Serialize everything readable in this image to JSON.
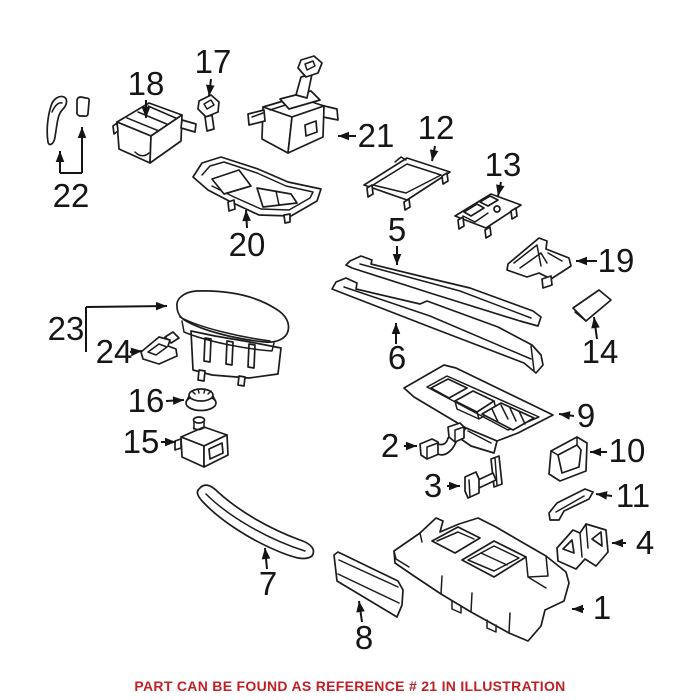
{
  "illustration": {
    "background": "#ffffff",
    "line_color": "#1c1c1c",
    "labels": {
      "r1": "1",
      "r2": "2",
      "r3": "3",
      "r4": "4",
      "r5": "5",
      "r6": "6",
      "r7": "7",
      "r8": "8",
      "r9": "9",
      "r10": "10",
      "r11": "11",
      "r12": "12",
      "r13": "13",
      "r14": "14",
      "r15": "15",
      "r16": "16",
      "r17": "17",
      "r18": "18",
      "r19": "19",
      "r20": "20",
      "r21": "21",
      "r22": "22",
      "r23": "23",
      "r24": "24"
    }
  },
  "caption": {
    "text": "PART CAN BE FOUND AS REFERENCE # 21 IN ILLUSTRATION",
    "color": "#c21f25"
  }
}
